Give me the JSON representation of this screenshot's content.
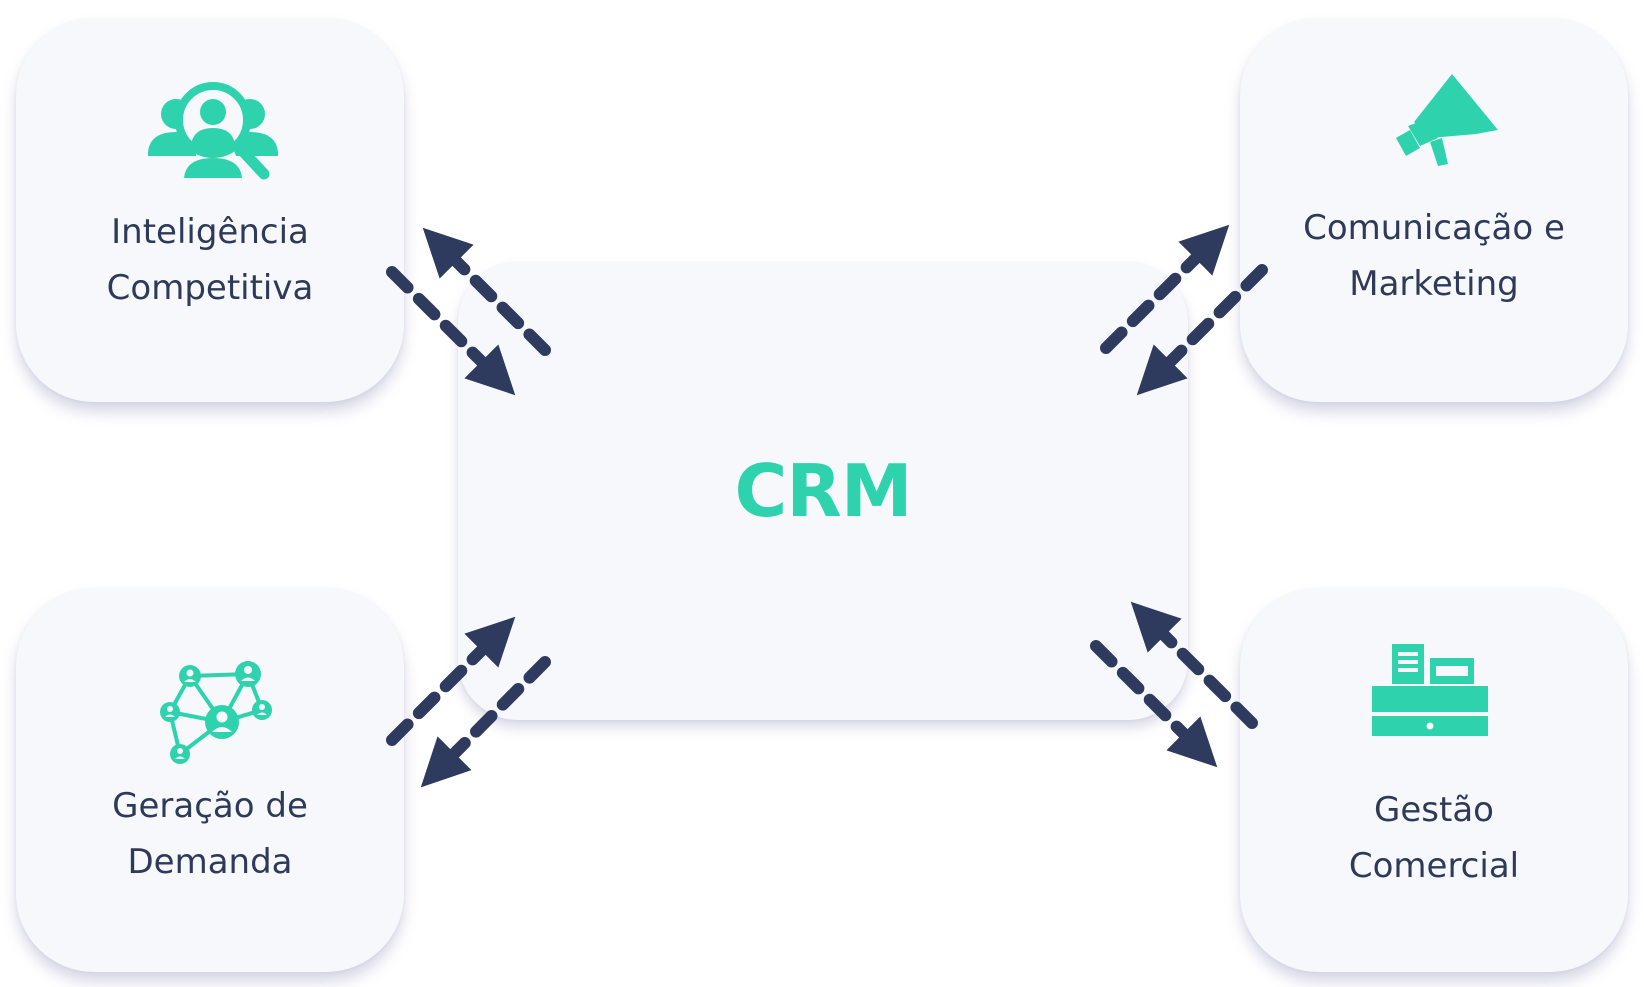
{
  "center": {
    "title": "CRM"
  },
  "cards": {
    "top_left": {
      "line1": "Inteligência",
      "line2": "Competitiva",
      "icon": "people-search-icon"
    },
    "top_right": {
      "line1": "Comunicação e",
      "line2": "Marketing",
      "icon": "megaphone-icon"
    },
    "bottom_left": {
      "line1": "Geração de",
      "line2": "Demanda",
      "icon": "network-people-icon"
    },
    "bottom_right": {
      "line1": "Gestão",
      "line2": "Comercial",
      "icon": "cash-register-icon"
    }
  },
  "colors": {
    "accent": "#2ed3ad",
    "arrow": "#2f3b5e",
    "text": "#2e3a58",
    "card_bg": "#f7f8fc"
  }
}
